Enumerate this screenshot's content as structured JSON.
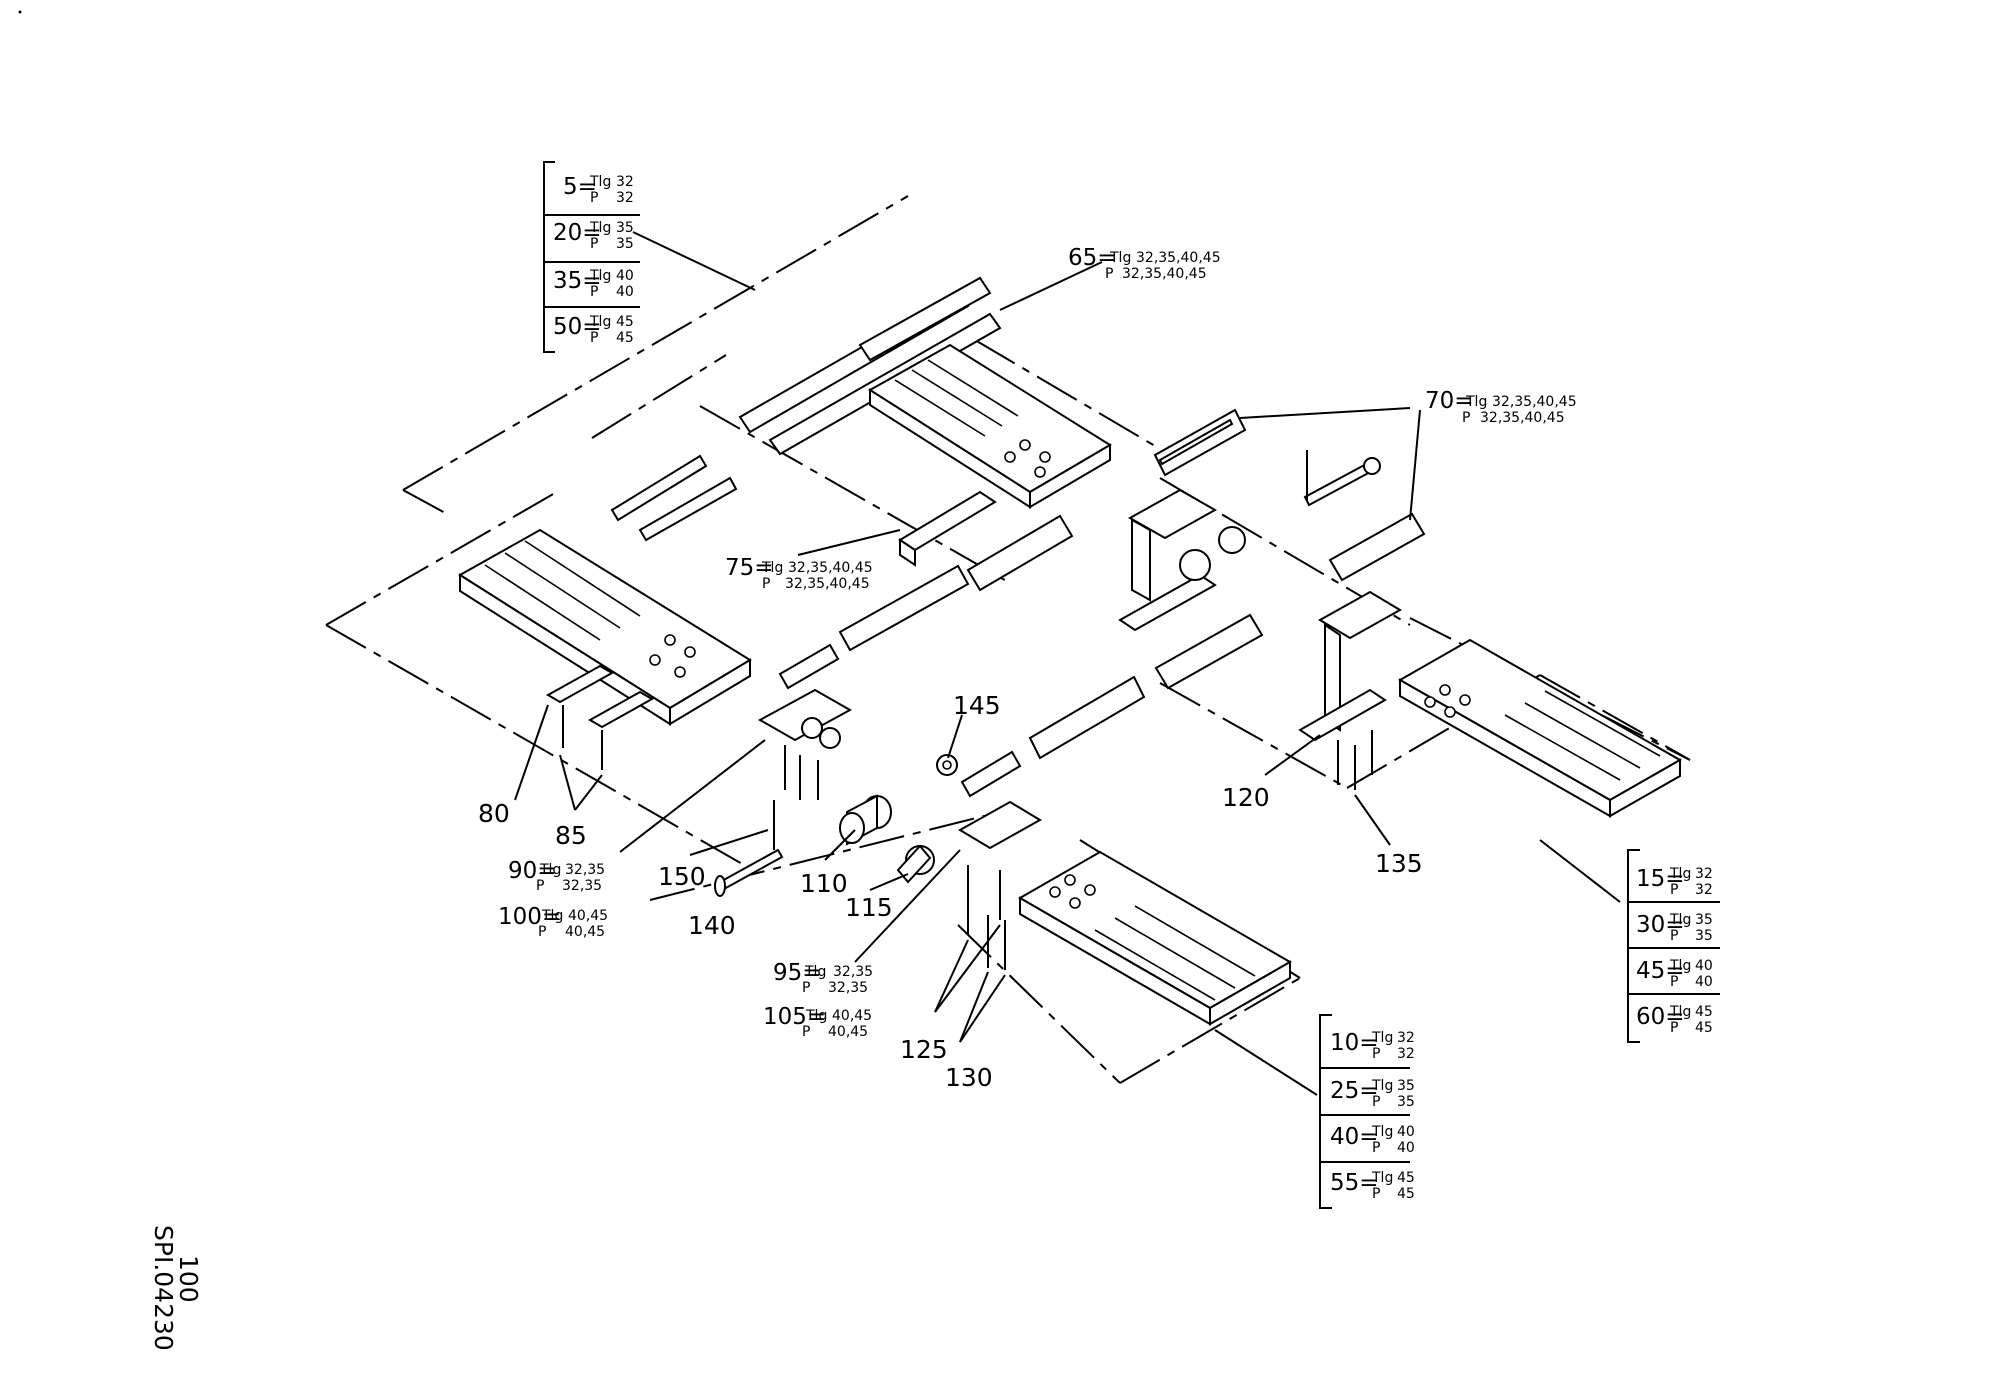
{
  "drawing_code": "SPI.04230",
  "drawing_sheet": "100",
  "callouts": {
    "c80": "80",
    "c85": "85",
    "c110": "110",
    "c115": "115",
    "c120": "120",
    "c125": "125",
    "c130": "130",
    "c135": "135",
    "c140": "140",
    "c145": "145",
    "c150": "150"
  },
  "groups": {
    "top_left": [
      {
        "num": "5=",
        "tlg": "Tlg",
        "tlg_val": "32",
        "p": "P",
        "p_val": "32"
      },
      {
        "num": "20=",
        "tlg": "Tlg",
        "tlg_val": "35",
        "p": "P",
        "p_val": "35"
      },
      {
        "num": "35=",
        "tlg": "Tlg",
        "tlg_val": "40",
        "p": "P",
        "p_val": "40"
      },
      {
        "num": "50=",
        "tlg": "Tlg",
        "tlg_val": "45",
        "p": "P",
        "p_val": "45"
      }
    ],
    "right": [
      {
        "num": "15=",
        "tlg": "Tlg",
        "tlg_val": "32",
        "p": "P",
        "p_val": "32"
      },
      {
        "num": "30=",
        "tlg": "Tlg",
        "tlg_val": "35",
        "p": "P",
        "p_val": "35"
      },
      {
        "num": "45=",
        "tlg": "Tlg",
        "tlg_val": "40",
        "p": "P",
        "p_val": "40"
      },
      {
        "num": "60=",
        "tlg": "Tlg",
        "tlg_val": "45",
        "p": "P",
        "p_val": "45"
      }
    ],
    "bottom": [
      {
        "num": "10=",
        "tlg": "Tlg",
        "tlg_val": "32",
        "p": "P",
        "p_val": "32"
      },
      {
        "num": "25=",
        "tlg": "Tlg",
        "tlg_val": "35",
        "p": "P",
        "p_val": "35"
      },
      {
        "num": "40=",
        "tlg": "Tlg",
        "tlg_val": "40",
        "p": "P",
        "p_val": "40"
      },
      {
        "num": "55=",
        "tlg": "Tlg",
        "tlg_val": "45",
        "p": "P",
        "p_val": "45"
      }
    ]
  },
  "specs": {
    "s65": {
      "num": "65=",
      "tlg": "Tlg",
      "tlg_val": "32,35,40,45",
      "p": "P",
      "p_val": "32,35,40,45"
    },
    "s70": {
      "num": "70=",
      "tlg": "Tlg",
      "tlg_val": "32,35,40,45",
      "p": "P",
      "p_val": "32,35,40,45"
    },
    "s75": {
      "num": "75=",
      "tlg": "Tlg",
      "tlg_val": "32,35,40,45",
      "p": "P",
      "p_val": "32,35,40,45"
    },
    "s90": {
      "num": "90=",
      "tlg": "Tlg",
      "tlg_val": "32,35",
      "p": "P",
      "p_val": "32,35"
    },
    "s100": {
      "num": "100=",
      "tlg": "Tlg",
      "tlg_val": "40,45",
      "p": "P",
      "p_val": "40,45"
    },
    "s95": {
      "num": "95=",
      "tlg": "Tlg",
      "tlg_val": "32,35",
      "p": "P",
      "p_val": "32,35"
    },
    "s105": {
      "num": "105=",
      "tlg": "Tlg",
      "tlg_val": "40,45",
      "p": "P",
      "p_val": "40,45"
    }
  }
}
